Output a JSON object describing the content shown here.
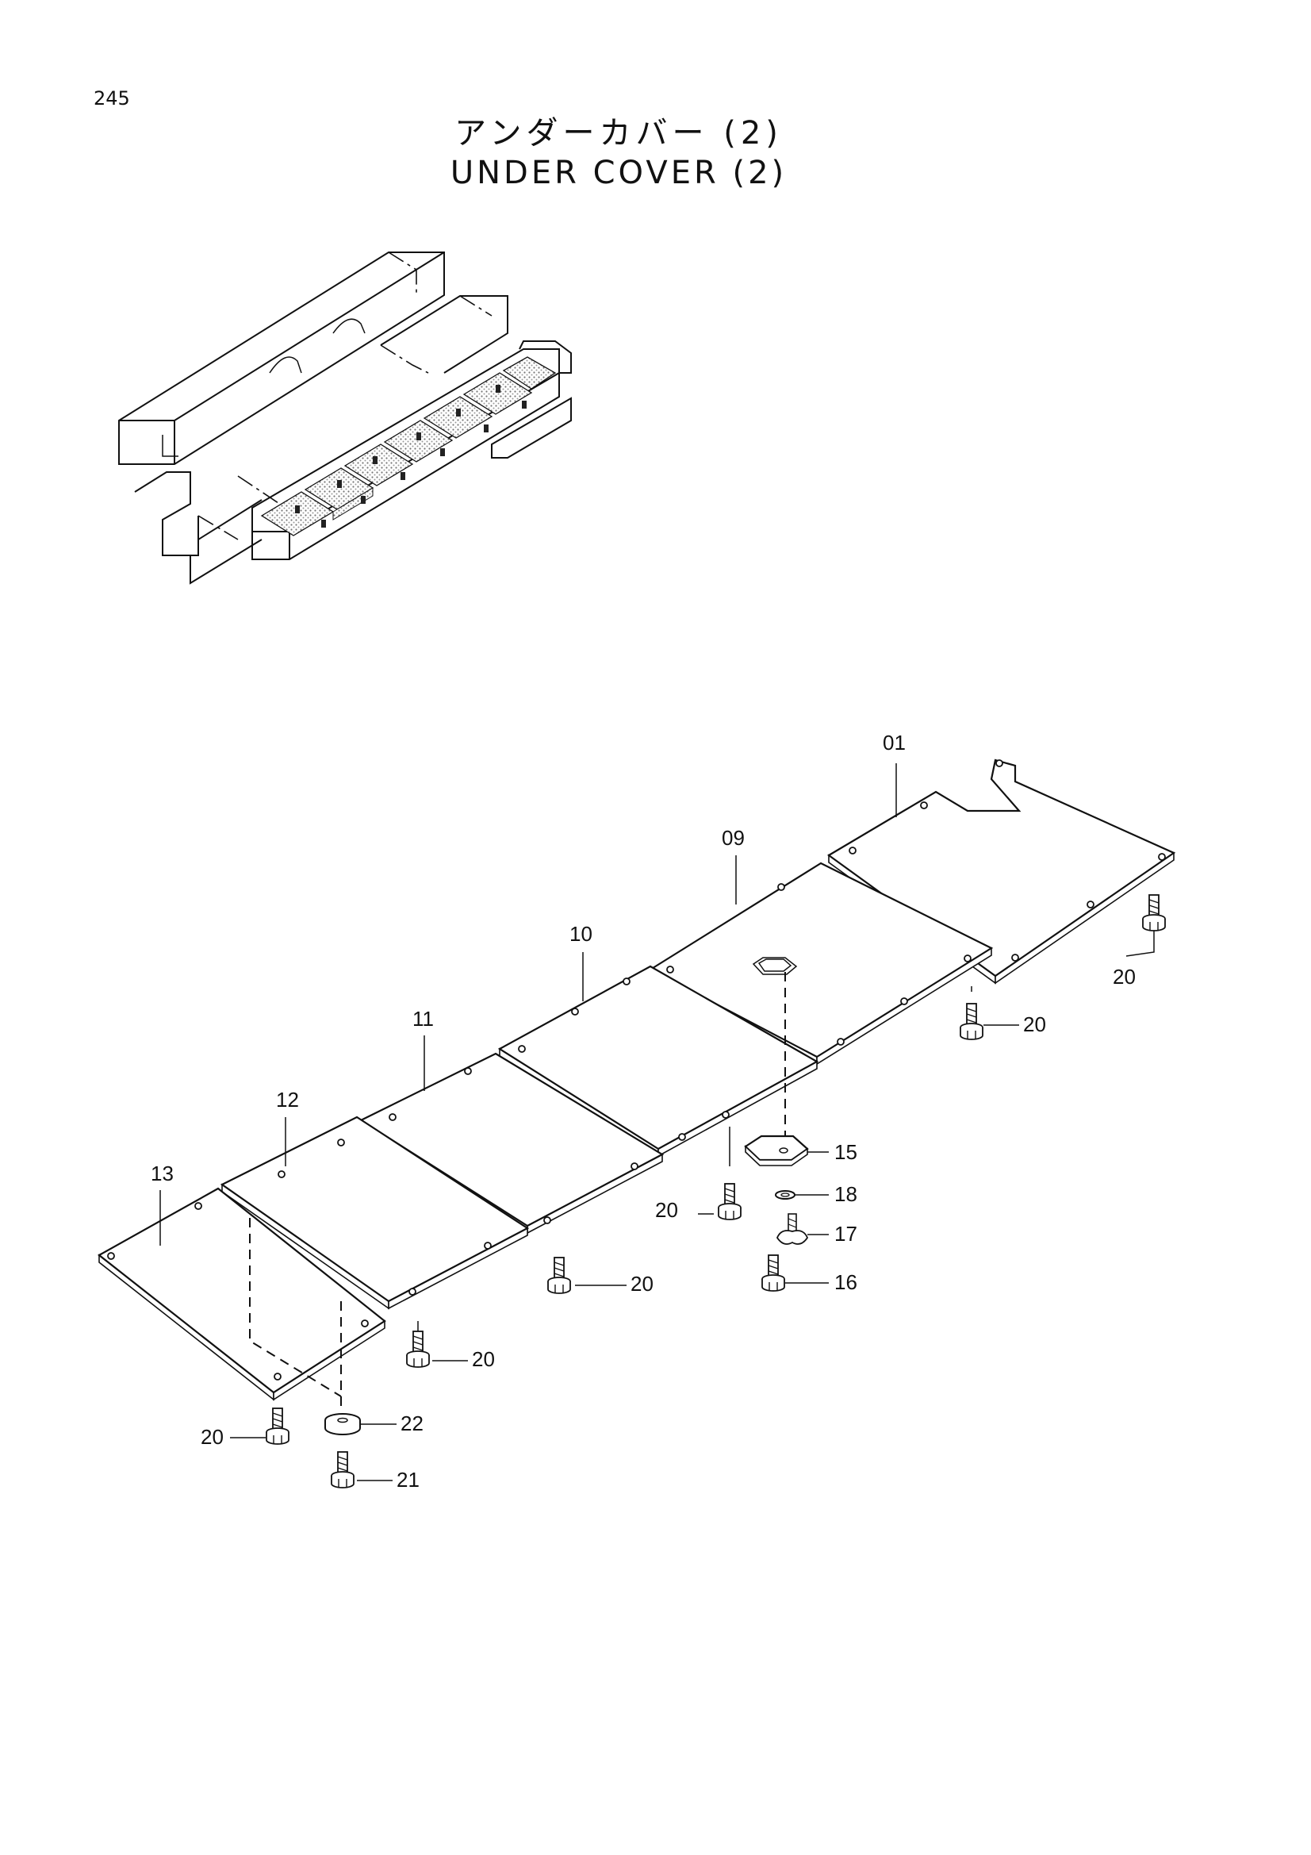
{
  "page": {
    "number": "245"
  },
  "title": {
    "japanese": "アンダーカバー (2)",
    "english": "UNDER COVER (2)"
  },
  "colors": {
    "ink": "#111111",
    "paper": "#ffffff",
    "stipple": "#9a9a9a"
  },
  "callouts": {
    "c01": "01",
    "c09": "09",
    "c10": "10",
    "c11": "11",
    "c12": "12",
    "c13": "13",
    "c15": "15",
    "c16": "16",
    "c17": "17",
    "c18": "18",
    "c20a": "20",
    "c20b": "20",
    "c20c": "20",
    "c20d": "20",
    "c20e": "20",
    "c20f": "20",
    "c21": "21",
    "c22": "22"
  }
}
